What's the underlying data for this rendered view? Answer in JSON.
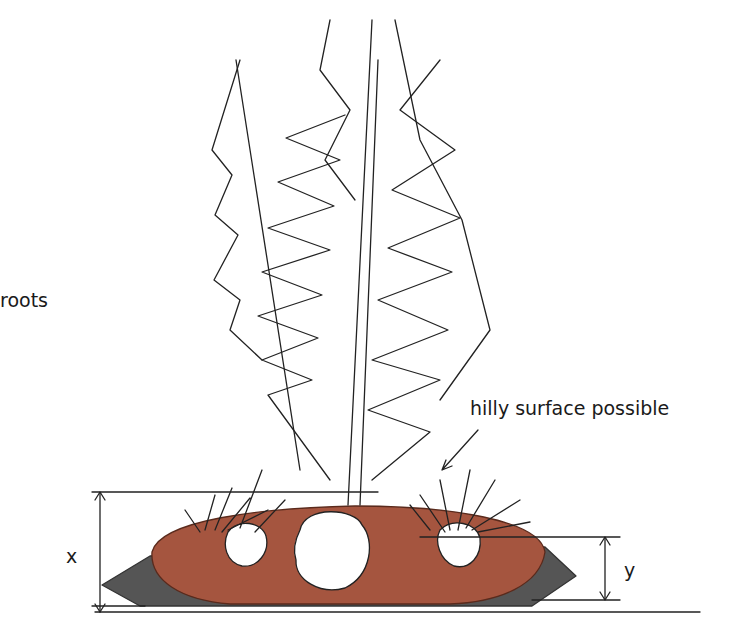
{
  "diagram": {
    "labels": [
      "roots",
      "hilly surface possible",
      "x",
      "y"
    ]
  }
}
